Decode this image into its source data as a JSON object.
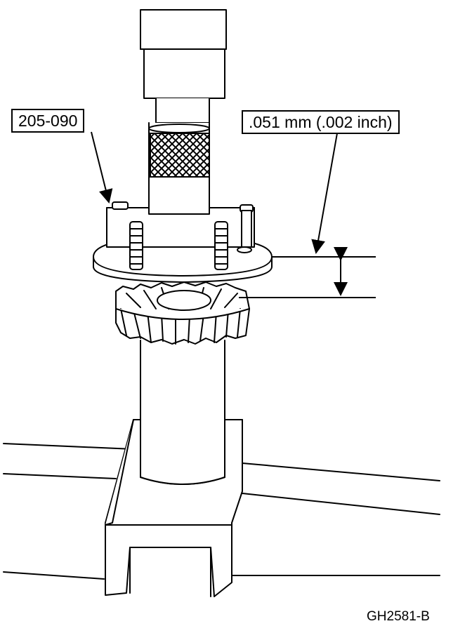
{
  "callouts": {
    "tool_number": "205-090",
    "clearance": ".051 mm (.002 inch)"
  },
  "figure_code": "GH2581-B",
  "colors": {
    "line": "#000000",
    "background": "#ffffff"
  }
}
